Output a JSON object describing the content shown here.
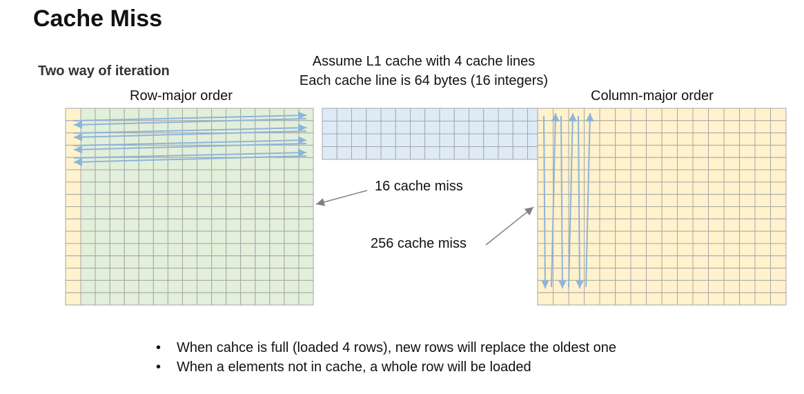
{
  "slide": {
    "title": "Cache Miss",
    "subtitle": "Two way of iteration",
    "notes": [
      "Assume L1 cache with 4 cache lines",
      "Each cache line is 64 bytes (16 integers)"
    ],
    "row_major_label": "Row-major order",
    "column_major_label": "Column-major order",
    "row_major_misses": "16 cache miss",
    "column_major_misses": "256 cache miss",
    "bullet_symbol": "•",
    "bullets": [
      "When cahce is full (loaded 4 rows), new rows will replace the oldest one",
      "When a elements not in cache, a whole row will be loaded"
    ]
  },
  "colors": {
    "grid_line": "#a6a6a6",
    "matrix_fill": "#fff2cc",
    "row_highlight": "#e2efda",
    "cache_fill": "#deebf7",
    "arrow": "#8fb4d9",
    "pointer": "#808080"
  },
  "matrix": {
    "rows": 16,
    "cols": 16
  },
  "cache": {
    "lines": 4,
    "cells_per_line": 16
  }
}
